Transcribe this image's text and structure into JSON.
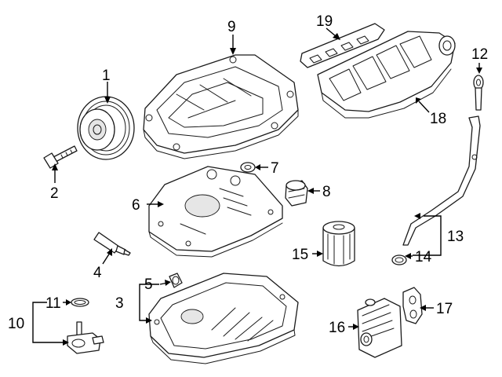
{
  "callouts": [
    {
      "id": "1",
      "label": "1"
    },
    {
      "id": "2",
      "label": "2"
    },
    {
      "id": "3",
      "label": "3"
    },
    {
      "id": "4",
      "label": "4"
    },
    {
      "id": "5",
      "label": "5"
    },
    {
      "id": "6",
      "label": "6"
    },
    {
      "id": "7",
      "label": "7"
    },
    {
      "id": "8",
      "label": "8"
    },
    {
      "id": "9",
      "label": "9"
    },
    {
      "id": "10",
      "label": "10"
    },
    {
      "id": "11",
      "label": "11"
    },
    {
      "id": "12",
      "label": "12"
    },
    {
      "id": "13",
      "label": "13"
    },
    {
      "id": "14",
      "label": "14"
    },
    {
      "id": "15",
      "label": "15"
    },
    {
      "id": "16",
      "label": "16"
    },
    {
      "id": "17",
      "label": "17"
    },
    {
      "id": "18",
      "label": "18"
    },
    {
      "id": "19",
      "label": "19"
    }
  ],
  "colors": {
    "line": "#1a1a1a",
    "background": "#ffffff",
    "shade": "#e6e6e6"
  }
}
